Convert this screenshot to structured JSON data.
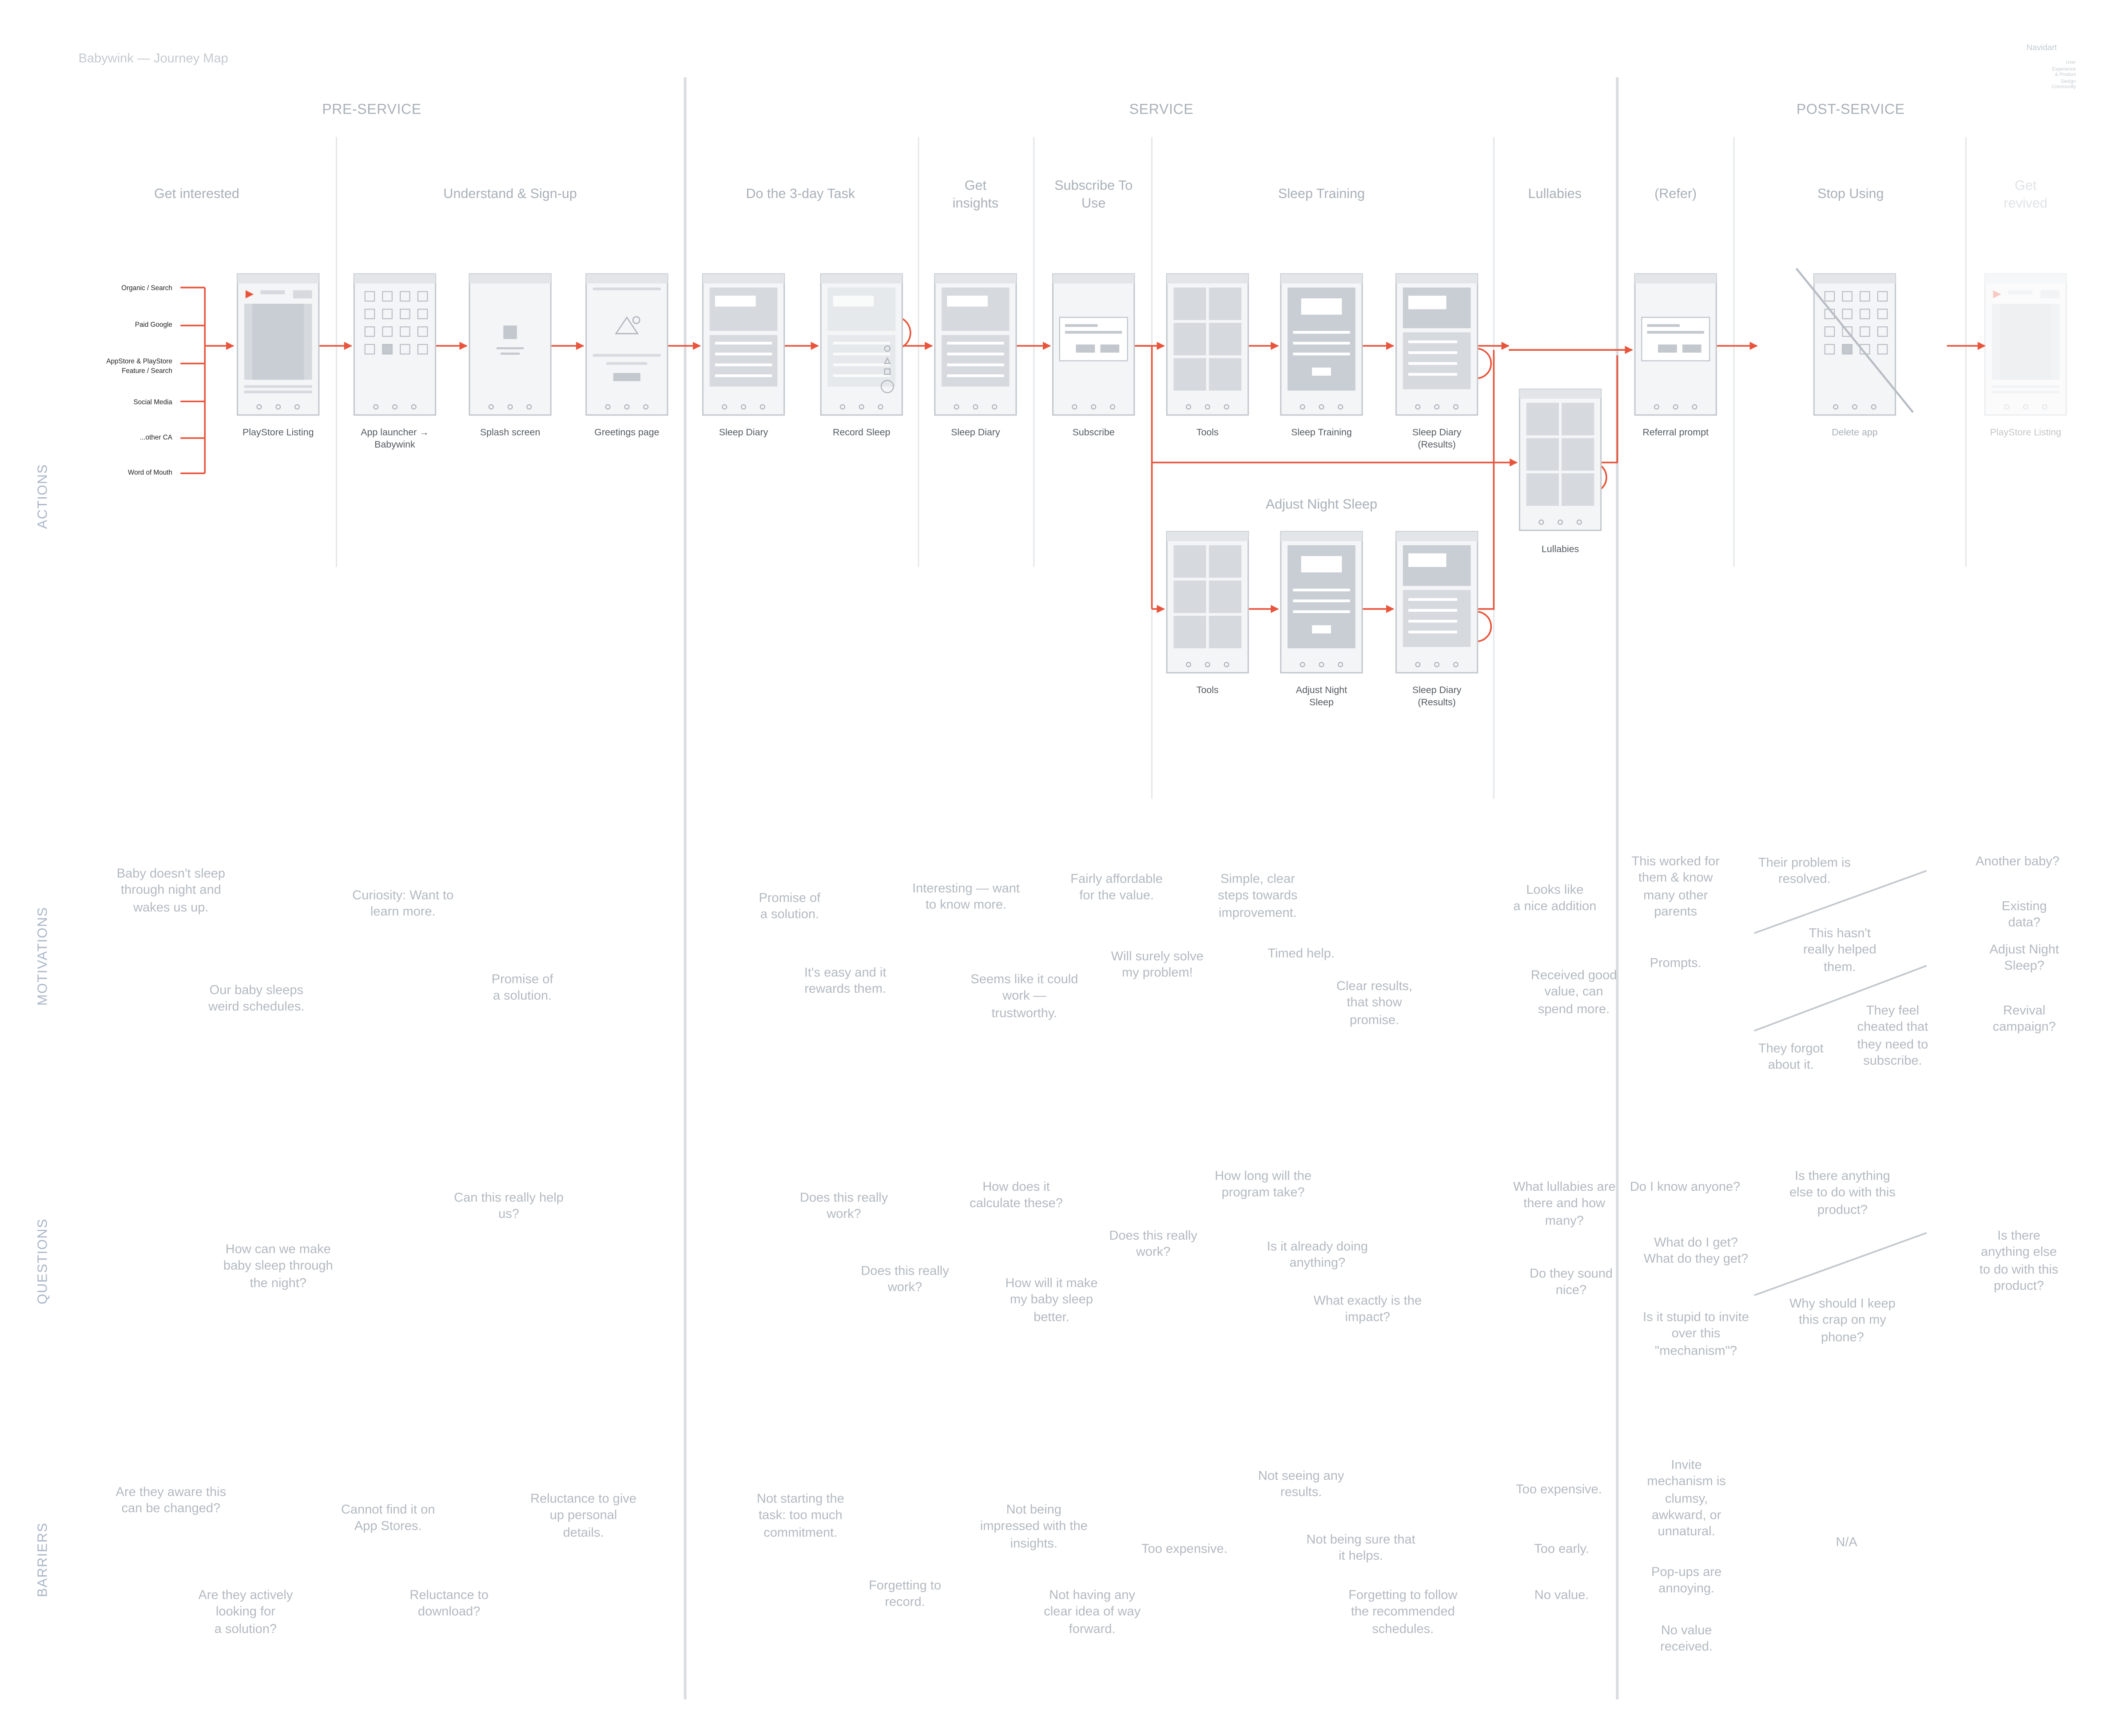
{
  "header": {
    "title": "Babywink — Journey Map",
    "brand": "Navidart",
    "brand_sub": "User Experience & Product Design\nCommunity"
  },
  "colors": {
    "accent": "#e8553c",
    "muted_text": "#b3b9c0",
    "wire_border": "#c3c8ce",
    "wire_fill": "#d6dadf"
  },
  "rows": [
    "ACTIONS",
    "MOTIVATIONS",
    "QUESTIONS",
    "BARRIERS"
  ],
  "phases": [
    "PRE-SERVICE",
    "SERVICE",
    "POST-SERVICE"
  ],
  "stages": [
    "Get interested",
    "Understand & Sign-up",
    "Do the 3-day Task",
    "Get\ninsights",
    "Subscribe To\nUse",
    "Sleep Training",
    "Lullabies",
    "(Refer)",
    "Stop Using",
    "Get\nrevived"
  ],
  "sources": [
    "Organic / Search",
    "Paid Google",
    "AppStore &  PlayStore\nFeature / Search",
    "Social Media",
    "...other CA",
    "Word of Mouth"
  ],
  "sublane": "Adjust Night Sleep",
  "screens": [
    {
      "caption": "PlayStore Listing",
      "icon": "store-listing-icon"
    },
    {
      "caption": "App launcher →\nBabywink",
      "icon": "app-grid-icon"
    },
    {
      "caption": "Splash screen",
      "icon": "splash-icon"
    },
    {
      "caption": "Greetings page",
      "icon": "image-placeholder-icon"
    },
    {
      "caption": "Sleep Diary",
      "icon": "diary-icon"
    },
    {
      "caption": "Record Sleep",
      "icon": "record-icon"
    },
    {
      "caption": "Sleep Diary",
      "icon": "diary-icon"
    },
    {
      "caption": "Subscribe",
      "icon": "subscribe-dialog-icon"
    },
    {
      "caption": "Tools",
      "icon": "tools-grid-icon"
    },
    {
      "caption": "Sleep Training",
      "icon": "form-icon"
    },
    {
      "caption": "Sleep Diary\n(Results)",
      "icon": "results-icon"
    },
    {
      "caption": "Tools",
      "icon": "tools-grid-icon"
    },
    {
      "caption": "Adjust Night\nSleep",
      "icon": "form-icon"
    },
    {
      "caption": "Sleep Diary\n(Results)",
      "icon": "results-icon"
    },
    {
      "caption": "Lullabies",
      "icon": "tools-grid-icon"
    },
    {
      "caption": "Referral prompt",
      "icon": "subscribe-dialog-icon"
    },
    {
      "caption": "Delete app",
      "icon": "app-grid-icon"
    },
    {
      "caption": "PlayStore Listing",
      "icon": "store-listing-icon"
    }
  ],
  "motivations": [
    "Baby doesn't sleep\nthrough night and\nwakes us up.",
    "Curiosity: Want to\nlearn more.",
    "Our baby sleeps\nweird schedules.",
    "Promise of\na solution.",
    "Promise of\na solution.",
    "Interesting — want\nto know more.",
    "Fairly affordable\nfor the value.",
    "Simple, clear\nsteps towards\nimprovement.",
    "It's easy and it\nrewards them.",
    "Will surely solve\nmy problem!",
    "Timed help.",
    "Seems like it could\nwork —\ntrustworthy.",
    "Clear results,\nthat show\npromise.",
    "Looks like\na nice addition",
    "Received good\nvalue, can\nspend more.",
    "This worked for\nthem & know\nmany other\nparents",
    "Prompts.",
    "Their problem is\nresolved.",
    "This hasn't\nreally helped\nthem.",
    "They feel\ncheated that\nthey need to\nsubscribe.",
    "They forgot\nabout it.",
    "Another baby?",
    "Existing data?",
    "Adjust Night\nSleep?",
    "Revival\ncampaign?"
  ],
  "questions": [
    "Can this really help\nus?",
    "How can we make\nbaby sleep through\nthe night?",
    "Does this really\nwork?",
    "How does it\ncalculate these?",
    "How long will the\nprogram take?",
    "Does this really\nwork?",
    "Is it already doing\nanything?",
    "Does this really\nwork?",
    "How will it make\nmy baby sleep\nbetter.",
    "What exactly is the\nimpact?",
    "What lullabies are\nthere and how\nmany?",
    "Do they sound\nnice?",
    "Do I know anyone?",
    "What do I get?\nWhat do they get?",
    "Is it stupid to invite\nover this\n\"mechanism\"?",
    "Is there anything\nelse to do with this\nproduct?",
    "Why should I keep\nthis crap on my\nphone?",
    "Is there\nanything else\nto do with this\nproduct?"
  ],
  "barriers": [
    "Are they aware this\ncan be changed?",
    "Cannot find it on\nApp Stores.",
    "Reluctance to give\nup personal\ndetails.",
    "Are they actively\nlooking for\na solution?",
    "Reluctance to\ndownload?",
    "Not starting the\ntask: too much\ncommitment.",
    "Not being\nimpressed with the\ninsights.",
    "Too expensive.",
    "Not seeing any\nresults.",
    "Not being sure that\nit helps.",
    "Forgetting to\nrecord.",
    "Not having any\nclear idea of way\nforward.",
    "Forgetting to follow\nthe recommended\nschedules.",
    "Too expensive.",
    "Too early.",
    "No value.",
    "Invite\nmechanism is\nclumsy,\nawkward, or\nunnatural.",
    "Pop-ups are\nannoying.",
    "No value\nreceived.",
    "N/A"
  ]
}
